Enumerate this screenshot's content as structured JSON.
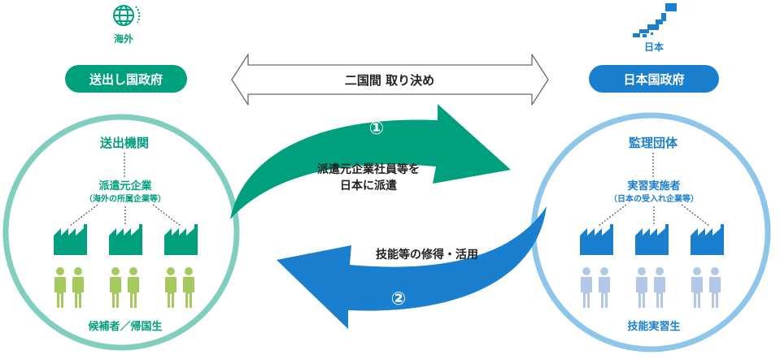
{
  "left_side": {
    "region_label": "海外",
    "govt_label": "送出し国政府",
    "org_title": "送出機関",
    "company_title": "派遣元企業",
    "company_sub": "（海外の所属企業等）",
    "people_label": "候補者／帰国生"
  },
  "right_side": {
    "region_label": "日本",
    "govt_label": "日本国政府",
    "org_title": "監理団体",
    "company_title": "実習実施者",
    "company_sub": "（日本の受入れ企業等）",
    "people_label": "技能実習生"
  },
  "agreement_label": "二国間 取り決め",
  "flow_1": {
    "number": "①",
    "line1": "派遣元企業社員等を",
    "line2": "日本に派遣"
  },
  "flow_2": {
    "number": "②",
    "label": "技能等の修得・活用"
  },
  "colors": {
    "teal_dark": "#00a07e",
    "teal_ring": "#7fcec0",
    "green_people": "#a6c95e",
    "blue_dark": "#1a7fcf",
    "blue_ring": "#8ec6ea",
    "blue_people": "#b2c8e6",
    "text_dark": "#222222"
  }
}
